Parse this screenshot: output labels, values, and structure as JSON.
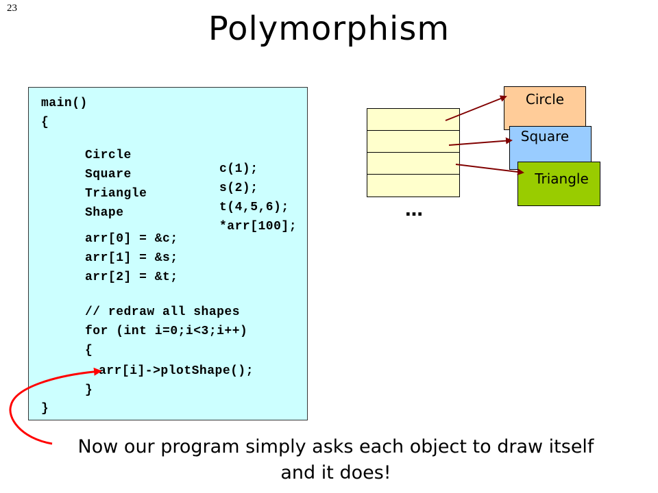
{
  "slide": {
    "number": "23",
    "title": "Polymorphism",
    "caption_line1": "Now our program simply asks each object to draw itself",
    "caption_line2": "and it does!"
  },
  "code": {
    "main": "main()",
    "open_brace": "{",
    "decl_circle_type": "Circle",
    "decl_circle_var": "c(1);",
    "decl_square_type": "Square",
    "decl_square_var": "s(2);",
    "decl_triangle_type": "Triangle",
    "decl_triangle_var": "t(4,5,6);",
    "decl_shape_type": "Shape",
    "decl_shape_var": "*arr[100];",
    "assign0": "arr[0] = &c;",
    "assign1": "arr[1] = &s;",
    "assign2": "arr[2] = &t;",
    "comment": "// redraw all shapes",
    "for_loop": "for (int i=0;i<3;i++)",
    "loop_open": "{",
    "call": "arr[i]->plotShape();",
    "loop_close": "}",
    "close_brace": "}"
  },
  "diagram": {
    "ellipsis": "…",
    "shapes": [
      "Circle",
      "Square",
      "Triangle"
    ],
    "colors": {
      "code_bg": "#ccffff",
      "array_bg": "#ffffcc",
      "circle_bg": "#ffcc99",
      "square_bg": "#99ccff",
      "triangle_bg": "#99cc00",
      "arrow": "#800000",
      "curve_arrow": "#ff0000"
    }
  }
}
